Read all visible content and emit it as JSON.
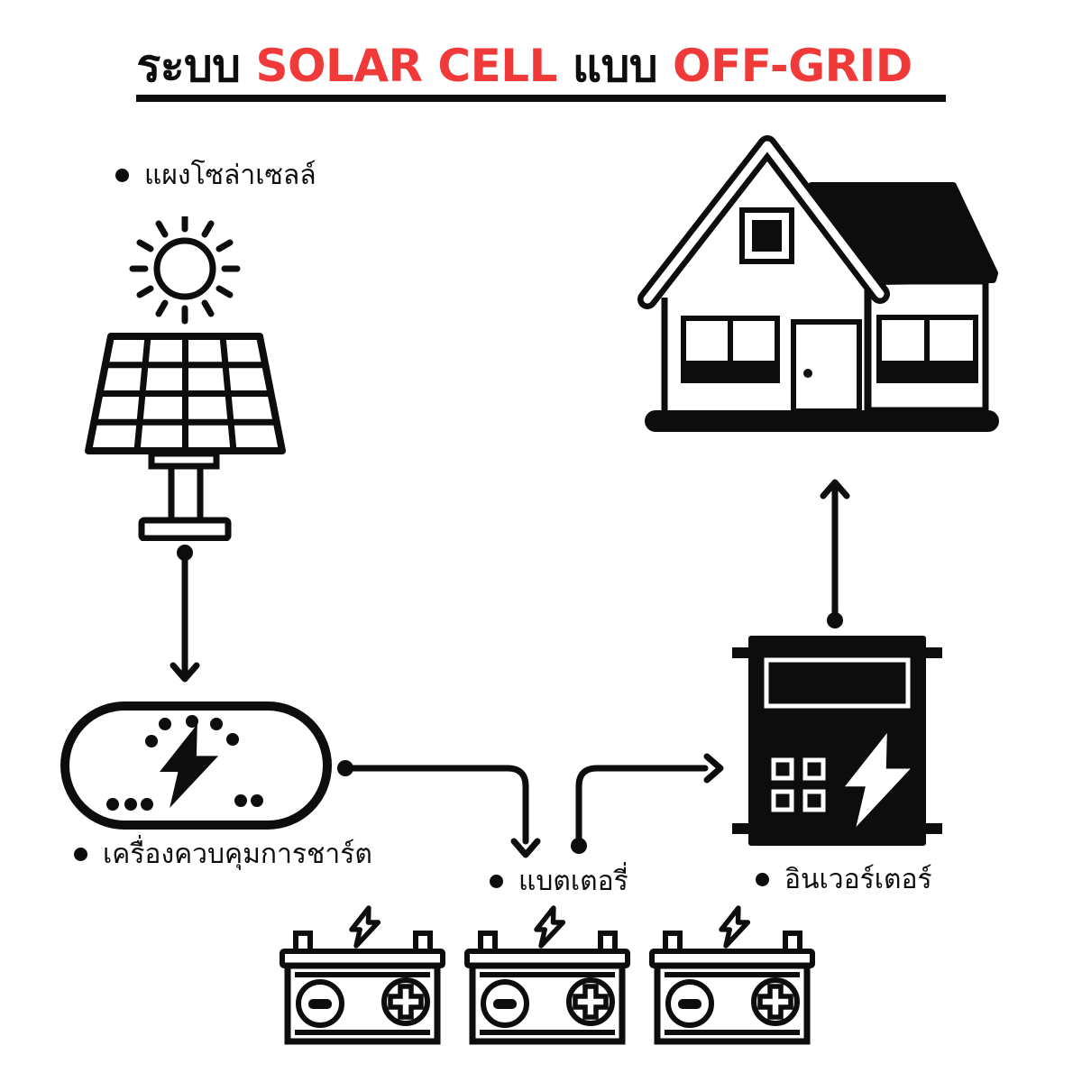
{
  "title": {
    "segments": [
      {
        "text": "ระบบ ",
        "color": "#0d0d0d"
      },
      {
        "text": "SOLAR CELL ",
        "color": "#f03a3a"
      },
      {
        "text": "แบบ ",
        "color": "#0d0d0d"
      },
      {
        "text": "OFF-GRID ",
        "color": "#f03a3a"
      }
    ]
  },
  "nodes": {
    "solar_panel": {
      "label": "แผงโซล่าเซลล์"
    },
    "charge_controller": {
      "label": "เครื่องควบคุมการชาร์ต"
    },
    "battery": {
      "label": "แบตเตอรี่",
      "count": 3
    },
    "inverter": {
      "label": "อินเวอร์เตอร์"
    }
  },
  "connections": [
    {
      "from": "solar-panel",
      "to": "charge-controller"
    },
    {
      "from": "charge-controller",
      "to": "battery"
    },
    {
      "from": "battery",
      "to": "inverter"
    },
    {
      "from": "inverter",
      "to": "house"
    }
  ],
  "colors": {
    "ink": "#0d0d0d",
    "accent_red": "#f03a3a",
    "background": "#ffffff"
  }
}
